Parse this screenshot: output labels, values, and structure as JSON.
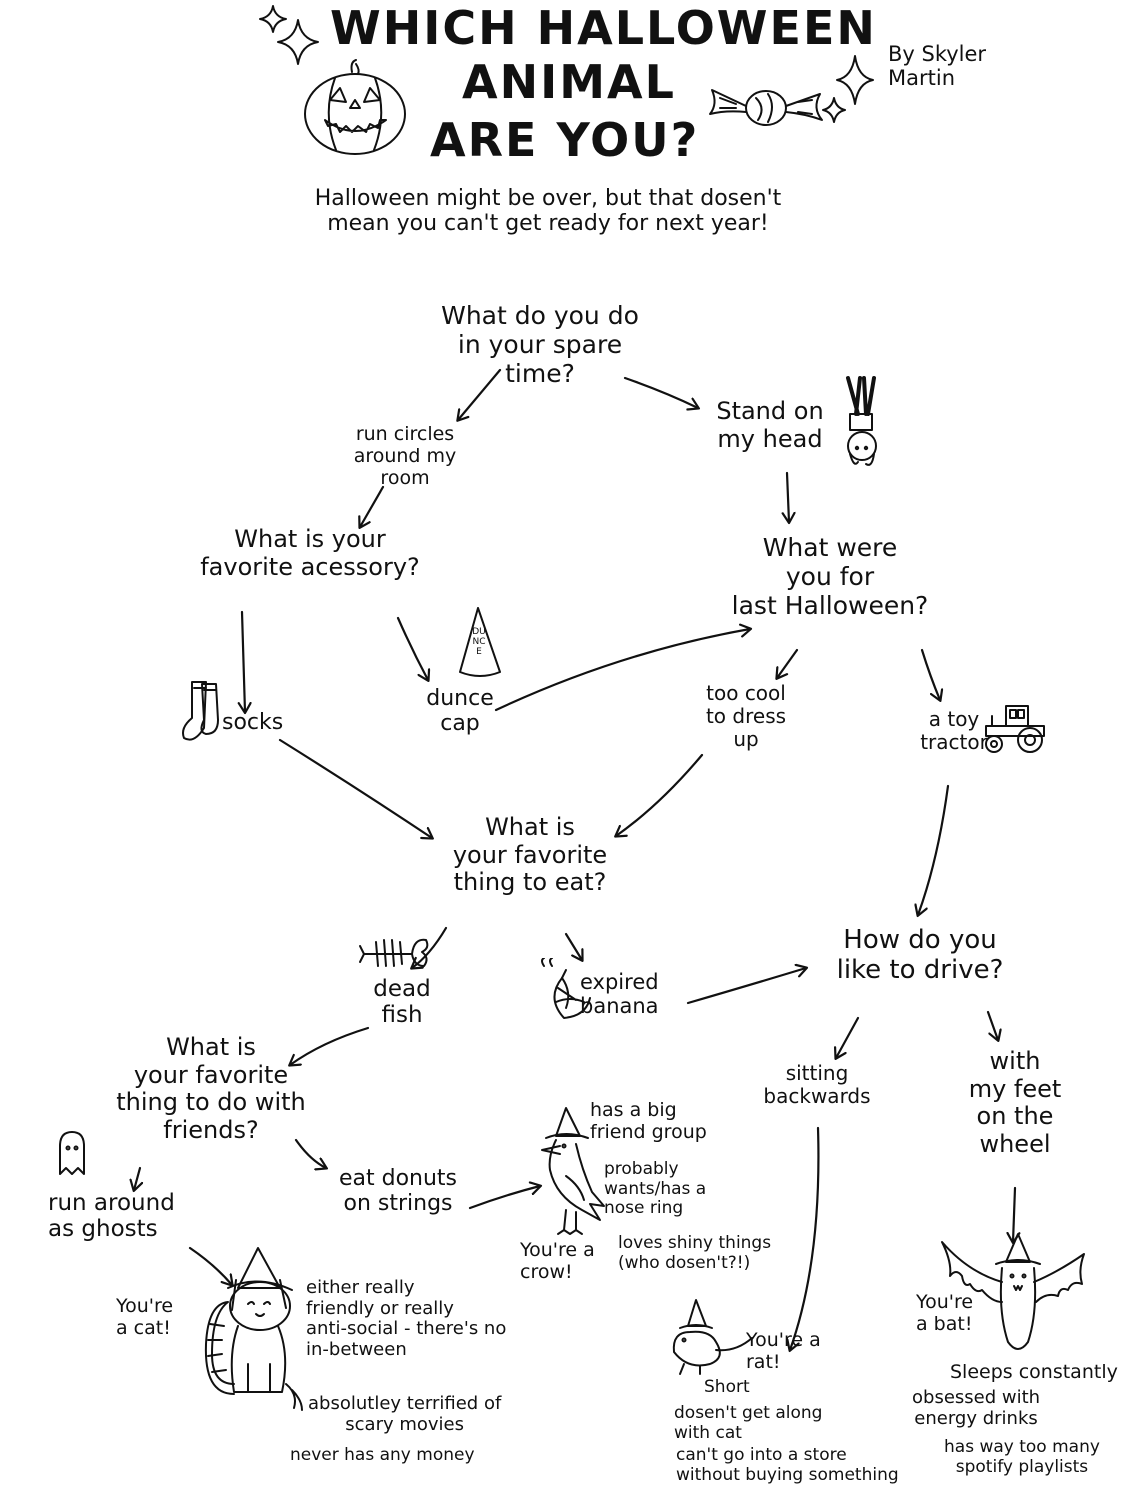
{
  "header": {
    "title_line1": "WHICH   HALLOWEEN",
    "title_line2": "ANIMAL",
    "title_line3": "ARE  YOU?",
    "byline": "By Skyler\nMartin",
    "subtitle": "Halloween  might  be  over, but  that  dosen't\nmean  you  can't  get  ready  for  next  year!"
  },
  "questions": {
    "q1": "What  do  you  do\nin  your  spare\ntime?",
    "q2": "What  is  your\nfavorite  acessory?",
    "q3": "What  were\nyou  for\nlast  Halloween?",
    "q4": "What  is\nyour  favorite\nthing  to  eat?",
    "q5": "How  do  you\nlike  to  drive?",
    "q6": "What  is\nyour  favorite\nthing  to  do  with\nfriends?"
  },
  "answers": {
    "run_circles": "run circles\naround my\nroom",
    "stand_on_head": "Stand  on\nmy  head",
    "socks": "socks",
    "dunce_cap": "dunce\ncap",
    "dunce_label": "DUNCE",
    "too_cool": "too  cool\nto  dress\nup",
    "toy_tractor": "a  toy\ntractor",
    "dead_fish": "dead\nfish",
    "expired_banana": "expired\nbanana",
    "sitting_backwards": "sitting\nbackwards",
    "with_feet": "with\nmy  feet\non  the\nwheel",
    "run_ghosts": "run  around\nas  ghosts",
    "eat_donuts": "eat   donuts\non  strings"
  },
  "results": {
    "crow": {
      "label": "You're  a\ncrow!",
      "traits": [
        "has  a  big\nfriend  group",
        "probably\nwants/has a\nnose ring",
        "loves  shiny things\n(who dosen't?!)"
      ]
    },
    "cat": {
      "label": "You're\na  cat!",
      "traits": [
        "either  really\nfriendly  or  really\nanti-social - there's  no\nin-between",
        "absolutley  terrified  of\nscary  movies",
        "never  has  any  money"
      ]
    },
    "rat": {
      "label": "You're  a\nrat!",
      "traits": [
        "Short",
        "dosen't  get  along\nwith  cat",
        "can't  go  into  a  store\nwithout  buying  something"
      ]
    },
    "bat": {
      "label": "You're\na  bat!",
      "traits": [
        "Sleeps  constantly",
        "obsessed  with\nenergy  drinks",
        "has  way  too  many\nspotify  playlists"
      ]
    }
  },
  "icons": [
    "sparkle-icon",
    "jack-o-lantern-icon",
    "candy-icon",
    "upside-down-girl-icon",
    "socks-icon",
    "dunce-cap-icon",
    "tractor-icon",
    "fish-skeleton-icon",
    "banana-icon",
    "ghost-icon",
    "crow-icon",
    "cat-icon",
    "rat-icon",
    "bat-icon"
  ]
}
